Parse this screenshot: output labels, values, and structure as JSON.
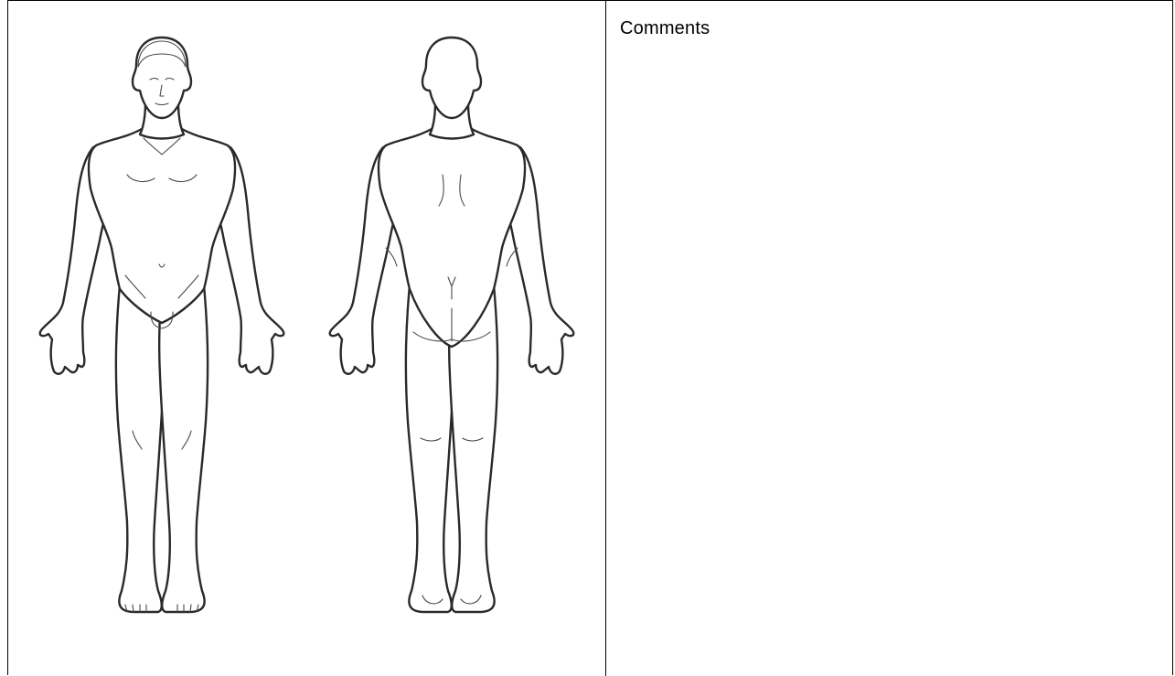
{
  "comments": {
    "label": "Comments"
  },
  "figures": [
    {
      "view": "front"
    },
    {
      "view": "back"
    }
  ]
}
